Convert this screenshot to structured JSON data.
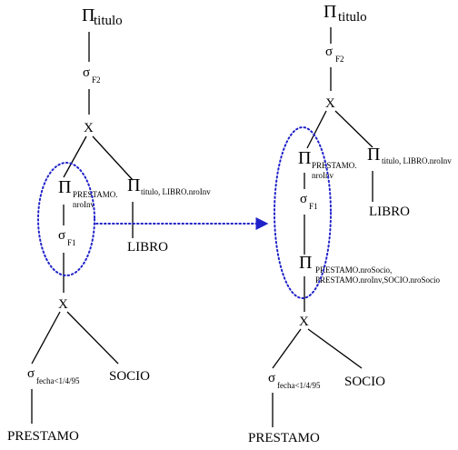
{
  "symbols": {
    "pi": "Π",
    "sigma": "σ",
    "join": "X"
  },
  "left_tree": {
    "root_subscript": "titulo",
    "select_top_subscript": "F2",
    "proj_prestamo_subscript_line1": "PRESTAMO.",
    "proj_prestamo_subscript_line2": "nroInv",
    "select_f1_subscript": "F1",
    "proj_libro_subscript": "titulo, LIBRO.nroInv",
    "libro_label": "LIBRO",
    "select_fecha_subscript": "fecha<1/4/95",
    "socio_label": "SOCIO",
    "prestamo_label": "PRESTAMO"
  },
  "right_tree": {
    "root_subscript": "titulo",
    "select_top_subscript": "F2",
    "proj_prestamo_subscript_line1": "PRESTAMO.",
    "proj_prestamo_subscript_line2": "nroInv",
    "proj_libro_subscript": "titulo, LIBRO.nroInv",
    "libro_label": "LIBRO",
    "select_f1_subscript": "F1",
    "proj_mid_subscript_line1": "PRESTAMO.nroSocio,",
    "proj_mid_subscript_line2": "PRESTAMO.nroInv,SOCIO.nroSocio",
    "select_fecha_subscript": "fecha<1/4/95",
    "socio_label": "SOCIO",
    "prestamo_label": "PRESTAMO"
  },
  "colors": {
    "highlight": "#1f22c8",
    "lines": "#000000"
  }
}
